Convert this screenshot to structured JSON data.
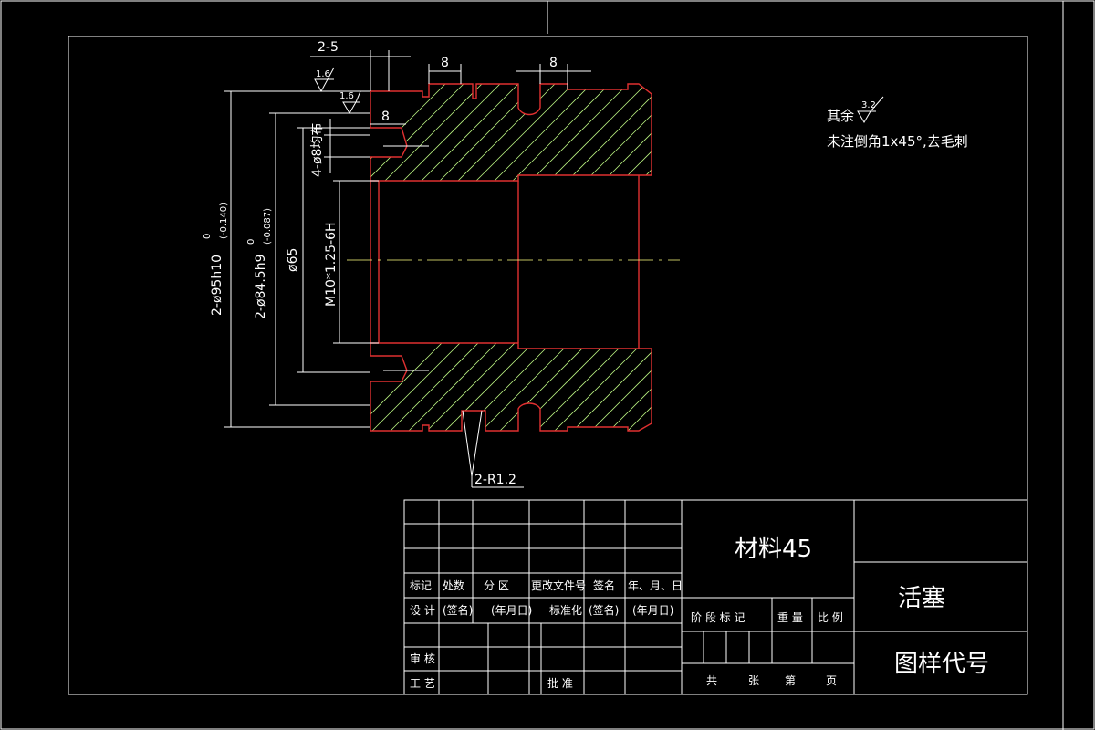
{
  "dimensions": {
    "d95": "2-ø95h10",
    "d95_upper": "0",
    "d95_lower": "(-0.140)",
    "d84": "2-ø84.5h9",
    "d84_upper": "0",
    "d84_lower": "(-0.087)",
    "d65": "ø65",
    "thread": "M10*1.25-6H",
    "holes": "4-ø8均布",
    "groove": "2-5",
    "w8a": "8",
    "w8b": "8",
    "w8c": "8",
    "radius": "2-R1.2",
    "rough1": "1.6",
    "rough2": "1.6"
  },
  "notes": {
    "rest_label": "其余",
    "rest_value": "3.2",
    "chamfer": "未注倒角1x45°,去毛刺"
  },
  "title_block": {
    "material": "材料45",
    "part_name": "活塞",
    "drawing_code": "图样代号",
    "rev_headers": [
      "标记",
      "处数",
      "分 区",
      "更改文件号",
      "签名",
      "年、月、日"
    ],
    "design_row": [
      "设 计",
      "(签名)",
      "(年月日)",
      "标准化",
      "(签名)",
      "(年月日)"
    ],
    "stage_headers": [
      "阶 段 标 记",
      "重 量",
      "比 例"
    ],
    "review": "审 核",
    "process": "工 艺",
    "approve": "批 准",
    "sheet_total": "共",
    "sheet_unit": "张",
    "sheet_no": "第",
    "sheet_page": "页"
  }
}
